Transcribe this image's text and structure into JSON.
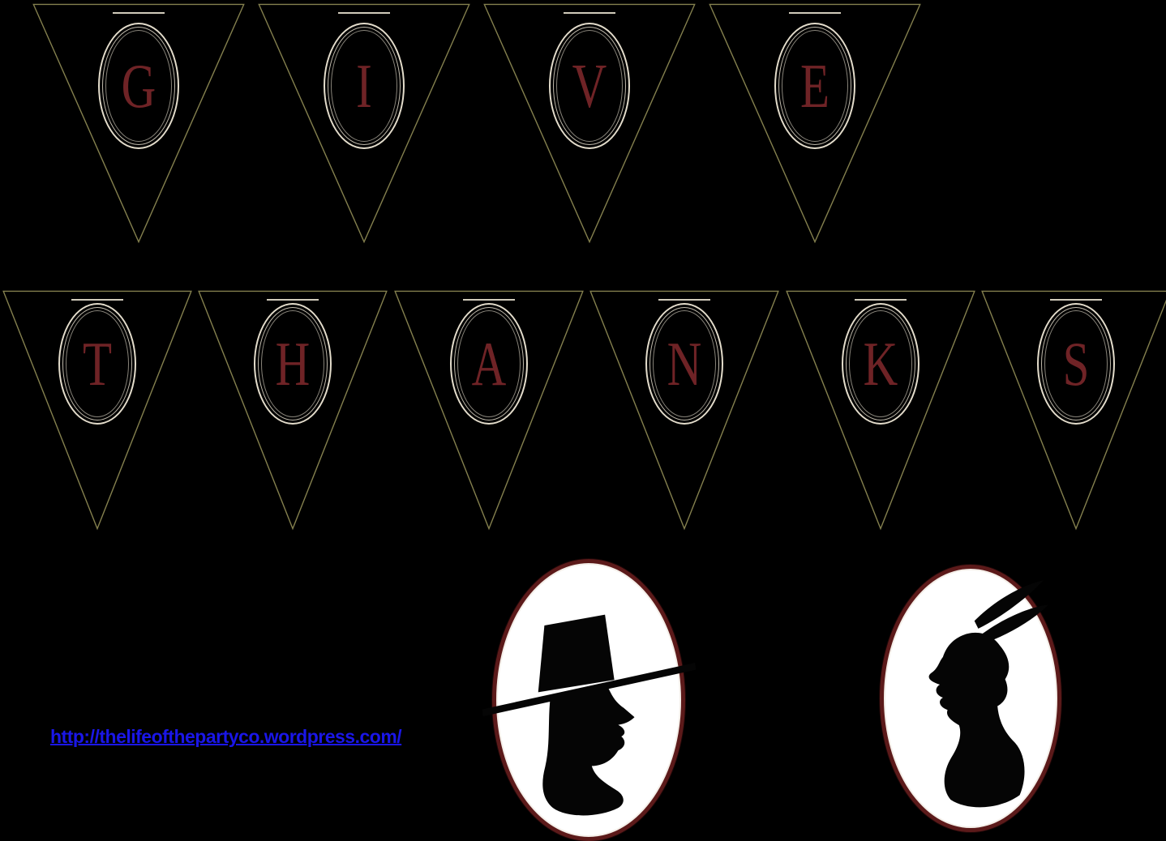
{
  "banner": {
    "rows": [
      {
        "word": "GIVE",
        "letters": [
          "G",
          "I",
          "V",
          "E"
        ]
      },
      {
        "word": "THANKS",
        "letters": [
          "T",
          "H",
          "A",
          "N",
          "K",
          "S"
        ]
      }
    ]
  },
  "medallions": [
    {
      "name": "pilgrim",
      "icon": "pilgrim-silhouette-icon"
    },
    {
      "name": "native-american",
      "icon": "native-american-silhouette-icon"
    }
  ],
  "link": {
    "url_text": "http://thelifeofthepartyco.wordpress.com/"
  },
  "colors": {
    "background": "#000000",
    "pennant_outline": "#84804e",
    "ring": "#e3dccb",
    "letter": "#6f2326",
    "medallion_border": "#5c1a1a",
    "medallion_bg": "#ffffff",
    "link_blue": "#1a16e8",
    "silhouette": "#050505"
  }
}
